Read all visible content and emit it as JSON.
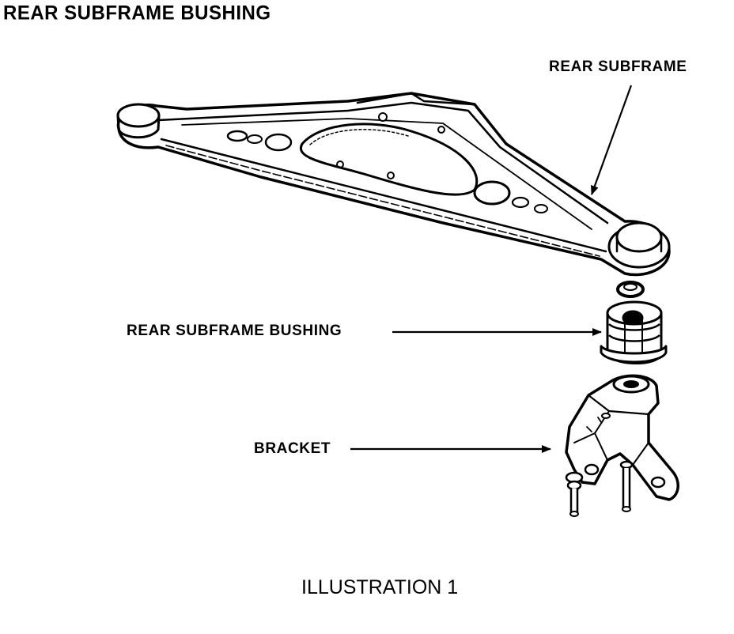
{
  "title": "REAR SUBFRAME BUSHING",
  "labels": {
    "rear_subframe": "REAR SUBFRAME",
    "rear_subframe_bushing": "REAR SUBFRAME BUSHING",
    "bracket": "BRACKET"
  },
  "caption": "ILLUSTRATION 1"
}
